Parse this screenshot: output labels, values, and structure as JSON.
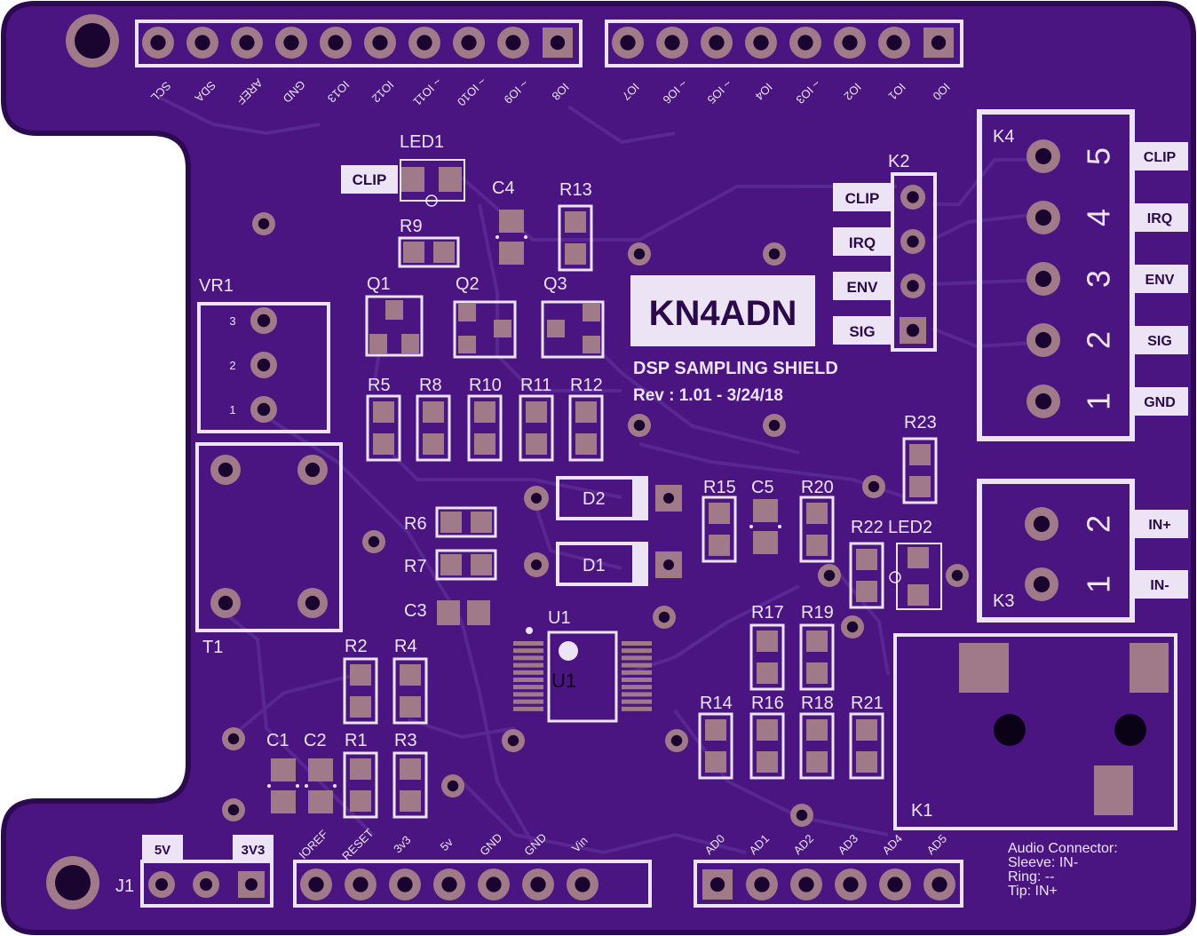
{
  "board": {
    "callsign": "KN4ADN",
    "title": "DSP SAMPLING SHIELD",
    "revision": "Rev : 1.01 - 3/24/18",
    "colors": {
      "board": "#4a1580",
      "edge": "#2c0a50",
      "silk": "#ece4f4",
      "pad": "#a07a88",
      "trace": "#5a2a95"
    }
  },
  "header_top_left": {
    "pins": [
      "SCL",
      "SDA",
      "AREF",
      "GND",
      "IO13",
      "IO12",
      "~ IO11",
      "~ IO10",
      "~ IO9",
      "IO8"
    ]
  },
  "header_top_right": {
    "pins": [
      "IO7",
      "~ IO6",
      "~ IO5",
      "IO4",
      "~ IO3",
      "IO2",
      "IO1",
      "IO0"
    ]
  },
  "header_bottom_left": {
    "pins": [
      "IOREF",
      "RESET",
      "3v3",
      "5v",
      "GND",
      "GND",
      "Vin"
    ]
  },
  "header_bottom_right": {
    "pins": [
      "AD0",
      "AD1",
      "AD2",
      "AD3",
      "AD4",
      "AD5"
    ]
  },
  "k2": {
    "name": "K2",
    "labels": [
      "CLIP",
      "IRQ",
      "ENV",
      "SIG"
    ]
  },
  "k4": {
    "name": "K4",
    "labels": [
      "CLIP",
      "IRQ",
      "ENV",
      "SIG",
      "GND"
    ],
    "numbers": [
      "5",
      "4",
      "3",
      "2",
      "1"
    ]
  },
  "k3": {
    "name": "K3",
    "labels": [
      "IN+",
      "IN-"
    ],
    "numbers": [
      "2",
      "1"
    ]
  },
  "k1": {
    "name": "K1"
  },
  "j1": {
    "name": "J1",
    "labels": [
      "5V",
      "3V3"
    ]
  },
  "vr1": {
    "name": "VR1",
    "numbers": [
      "3",
      "2",
      "1"
    ]
  },
  "t1": {
    "name": "T1"
  },
  "led1": {
    "name": "LED1",
    "label": "CLIP"
  },
  "led2": {
    "name": "LED2"
  },
  "components": {
    "c1": "C1",
    "c2": "C2",
    "c3": "C3",
    "c4": "C4",
    "c5": "C5",
    "r1": "R1",
    "r2": "R2",
    "r3": "R3",
    "r4": "R4",
    "r5": "R5",
    "r6": "R6",
    "r7": "R7",
    "r8": "R8",
    "r9": "R9",
    "r10": "R10",
    "r11": "R11",
    "r12": "R12",
    "r13": "R13",
    "r14": "R14",
    "r15": "R15",
    "r16": "R16",
    "r17": "R17",
    "r18": "R18",
    "r19": "R19",
    "r20": "R20",
    "r21": "R21",
    "r22": "R22",
    "r23": "R23",
    "q1": "Q1",
    "q2": "Q2",
    "q3": "Q3",
    "d1": "D1",
    "d2": "D2",
    "u1": "U1"
  },
  "audio_note": {
    "lines": [
      "Audio Connector:",
      "Sleeve: IN-",
      "Ring: --",
      "Tip: IN+"
    ]
  }
}
